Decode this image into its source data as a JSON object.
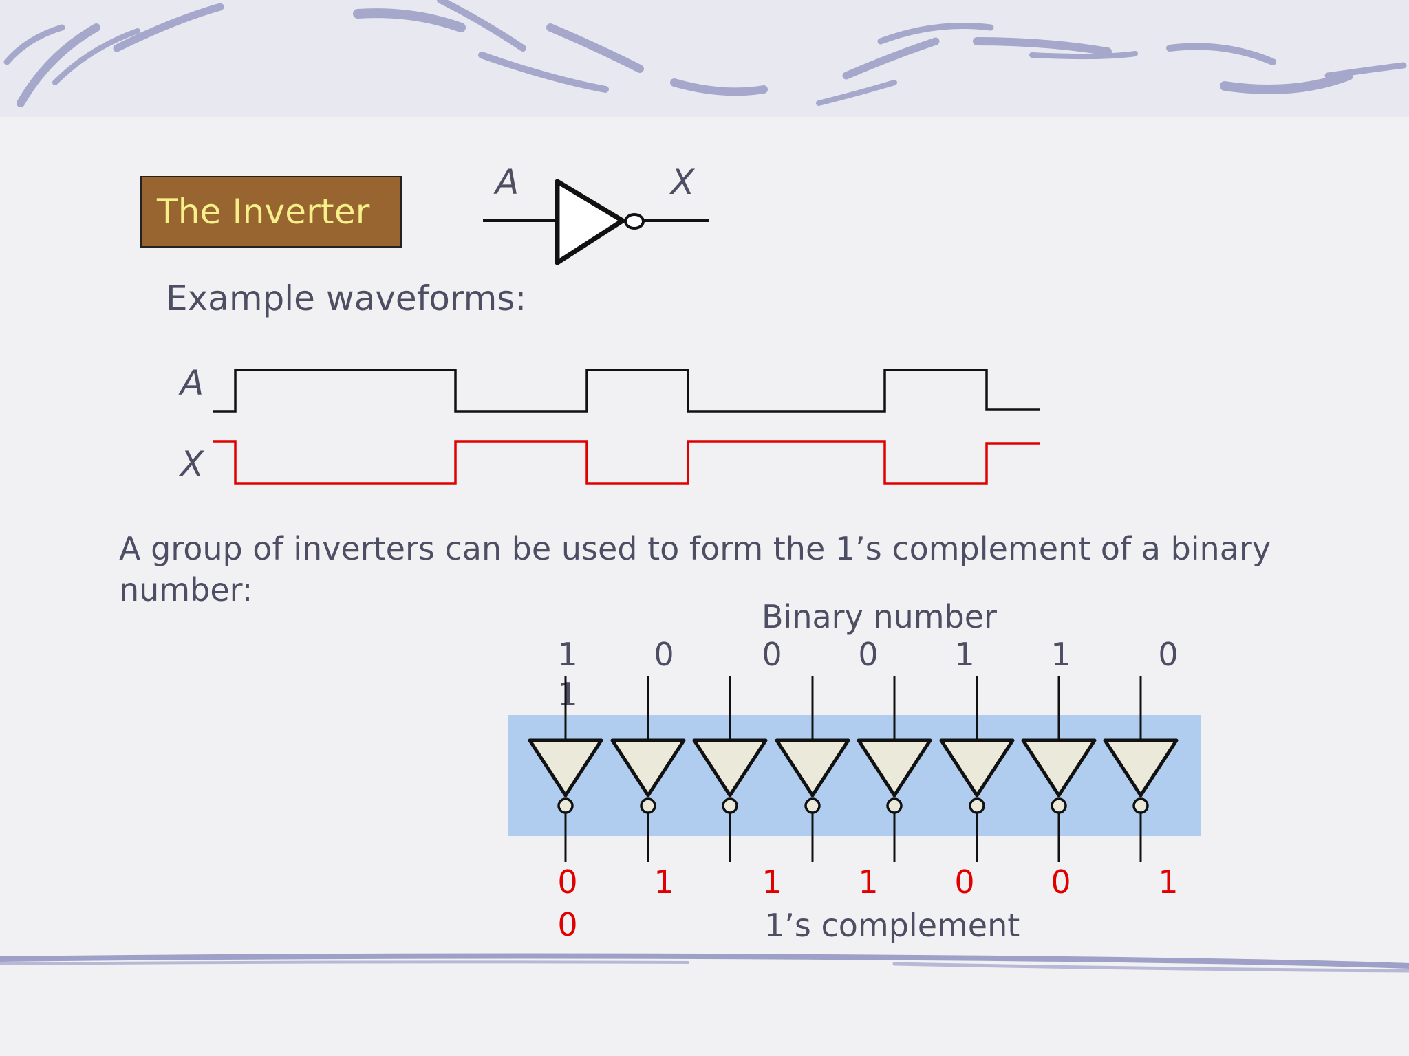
{
  "slide": {
    "title": "The Inverter",
    "gate_input_label": "A",
    "gate_output_label": "X",
    "waveforms_heading": "Example waveforms:",
    "wave_a_label": "A",
    "wave_x_label": "X",
    "wave_a_levels": [
      0,
      1,
      1,
      1,
      0,
      1,
      0,
      0,
      1,
      0
    ],
    "wave_x_levels": [
      1,
      0,
      0,
      0,
      1,
      0,
      1,
      1,
      0,
      1
    ],
    "description": "A group of inverters can be used to form the 1’s complement of a binary number:",
    "description_line1": "A group of inverters can be used to form the 1’s complement of a binary",
    "description_line2": "number:",
    "binary_label": "Binary number",
    "binary_bits": [
      "1",
      "0",
      "0",
      "0",
      "1",
      "1",
      "0",
      "1"
    ],
    "complement_label": "1’s complement",
    "complement_bits": [
      "0",
      "1",
      "1",
      "1",
      "0",
      "0",
      "1",
      "0"
    ],
    "colors": {
      "title_box": "#98642f",
      "title_text": "#f6f08a",
      "wave_a": "#111111",
      "wave_x": "#e10000",
      "inverter_panel": "#b0cdef",
      "gate_fill": "#ebe9da",
      "complement_bits": "#e10000"
    }
  }
}
